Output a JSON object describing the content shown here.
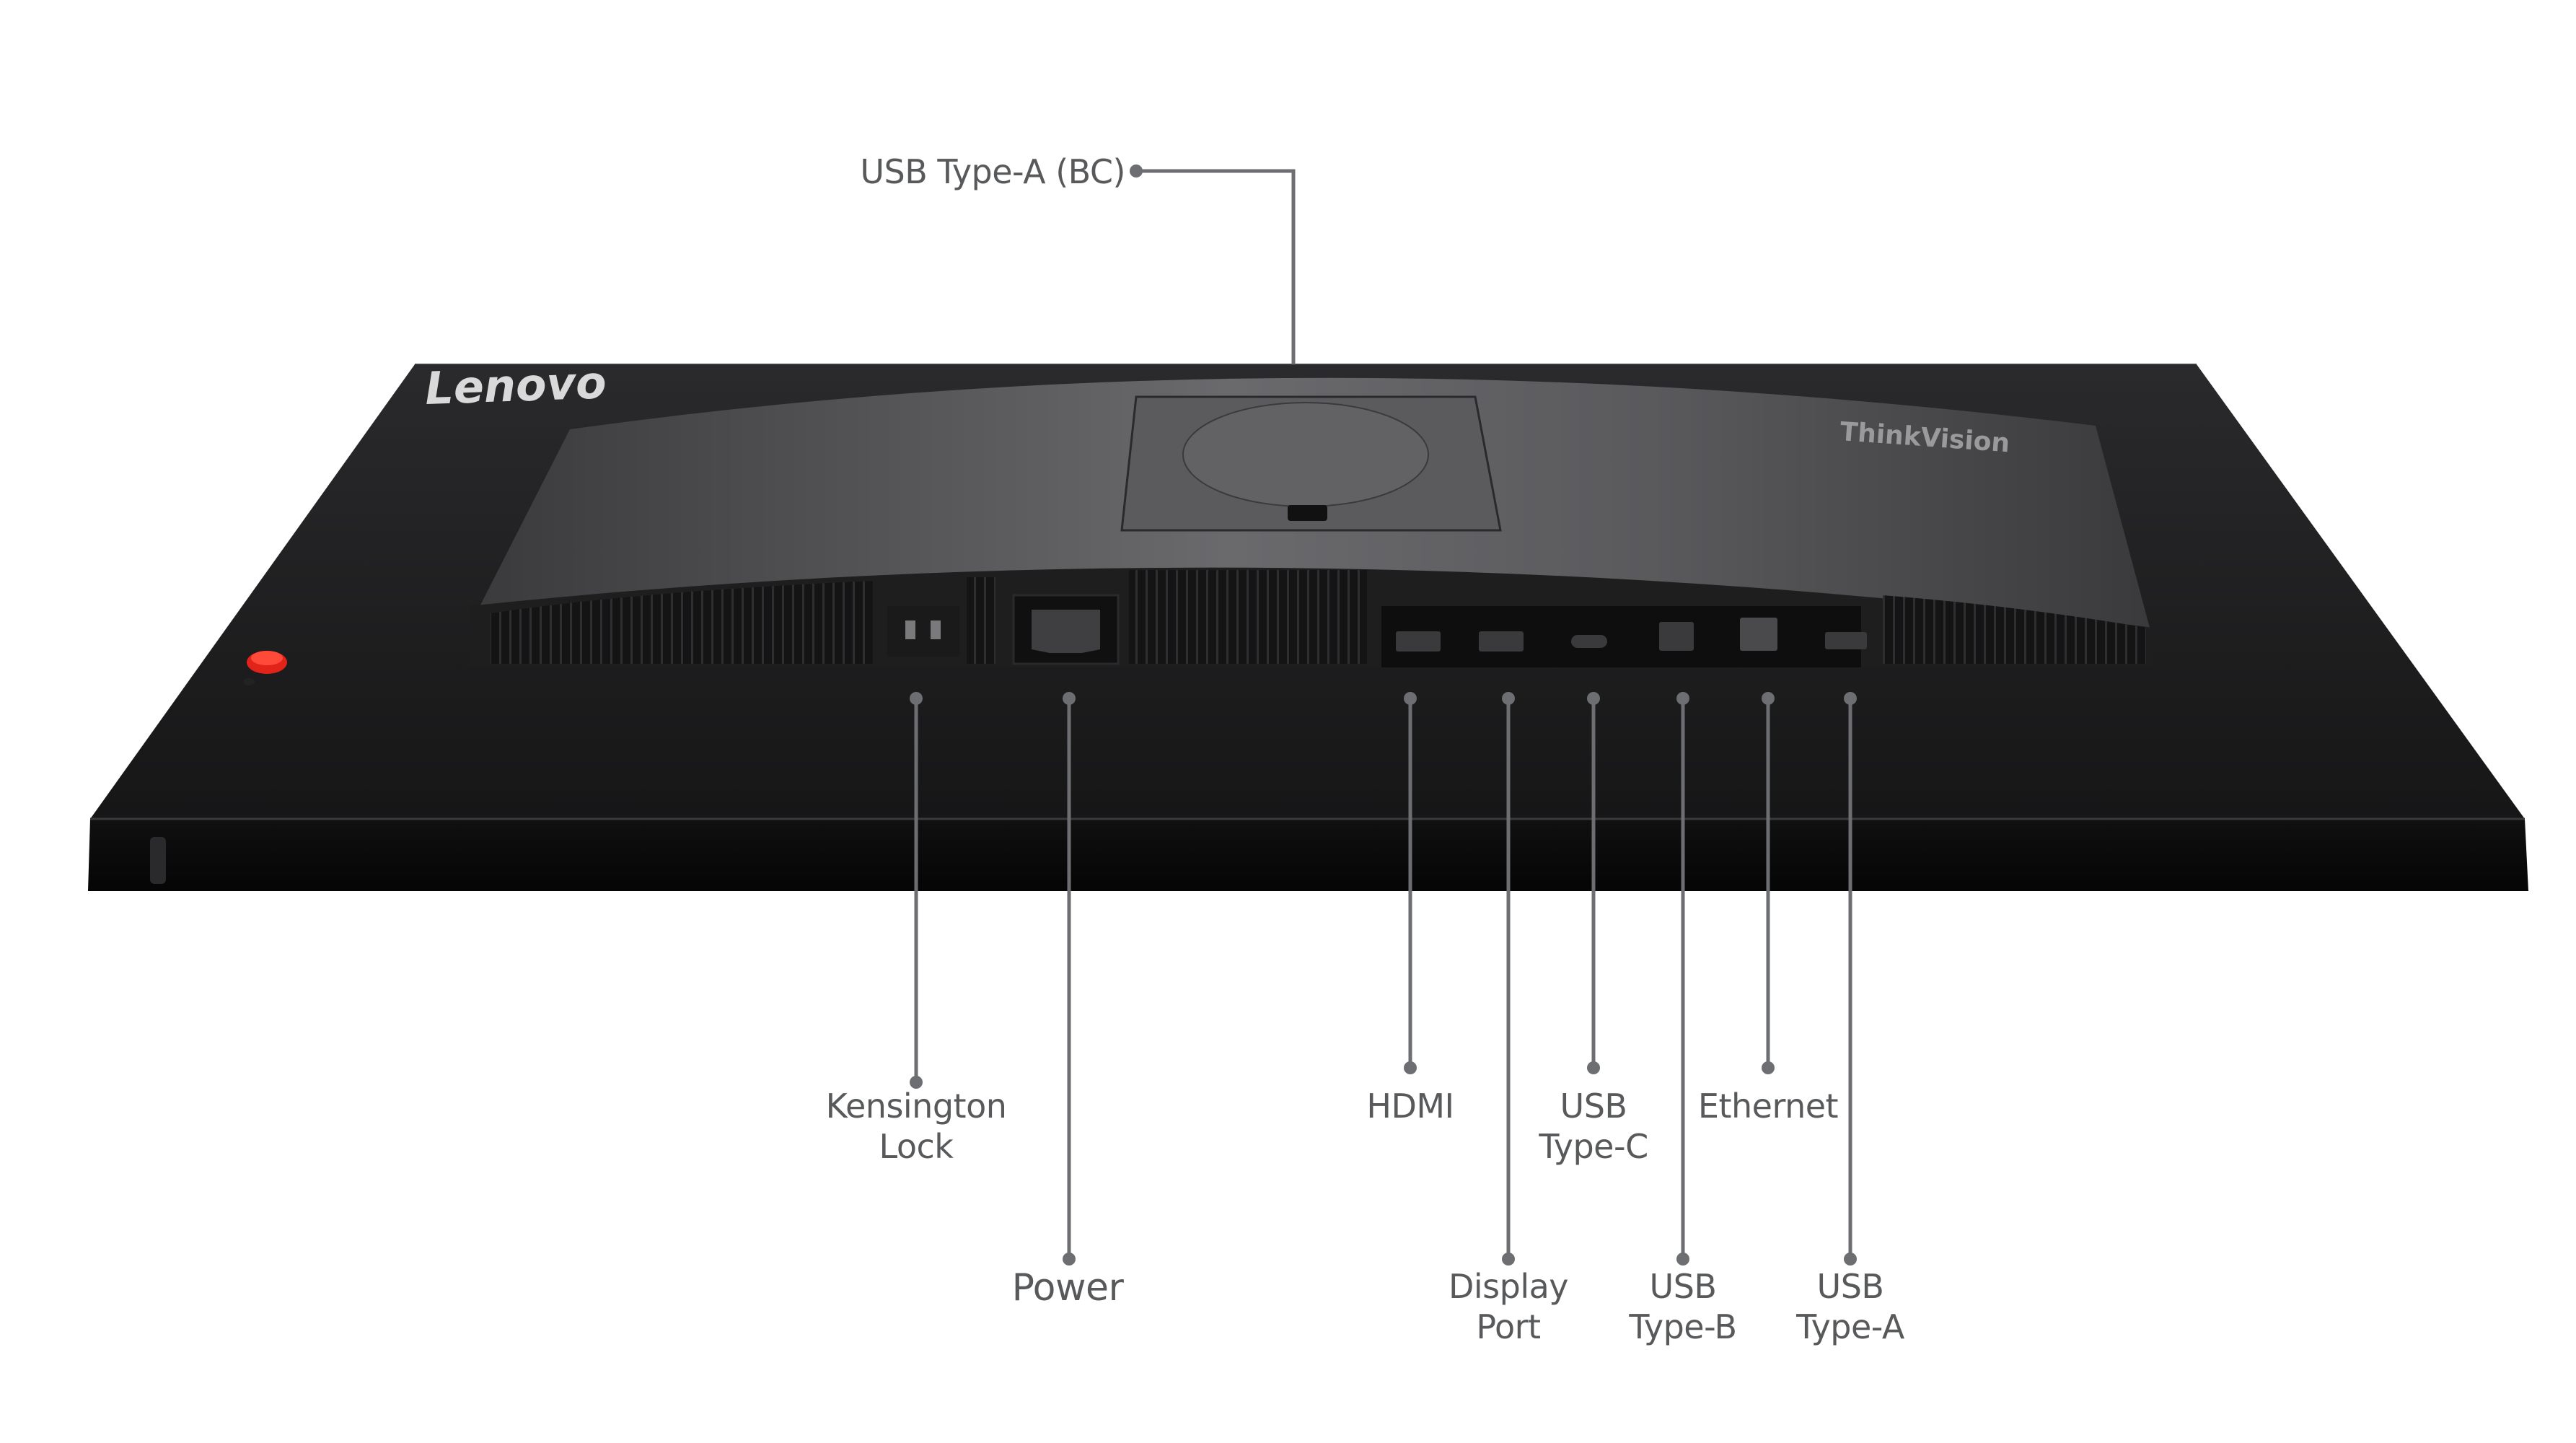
{
  "brand": {
    "left_logo": "Lenovo",
    "right_logo": "ThinkVision"
  },
  "callouts": {
    "usb_a_bc": "USB Type-A (BC)",
    "kensington": "Kensington\nLock",
    "power": "Power",
    "hdmi": "HDMI",
    "displayport": "Display\nPort",
    "usb_c": "USB\nType-C",
    "usb_b": "USB\nType-B",
    "ethernet": "Ethernet",
    "usb_a": "USB\nType-A"
  },
  "colors": {
    "callout_text": "#58595b",
    "leader_line": "#6d6e71",
    "monitor_body": "#1b1b1c",
    "accent_red": "#e2231a"
  }
}
